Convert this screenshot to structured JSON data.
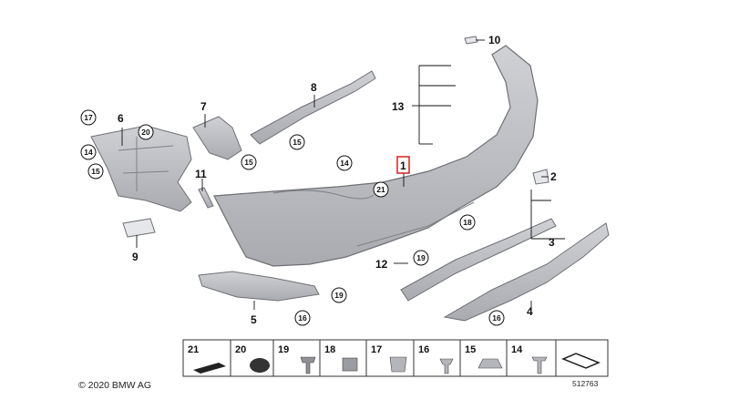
{
  "copyright": "© 2020 BMW AG",
  "diagram_number": "512763",
  "callouts": {
    "c1": "1",
    "c2": "2",
    "c3": "3",
    "c4": "4",
    "c5": "5",
    "c6": "6",
    "c7": "7",
    "c8": "8",
    "c9": "9",
    "c10": "10",
    "c11": "11",
    "c12": "12",
    "c13": "13",
    "c14a": "14",
    "c14b": "14",
    "c15a": "15",
    "c15b": "15",
    "c15c": "15",
    "c16a": "16",
    "c16b": "16",
    "c17": "17",
    "c18": "18",
    "c19a": "19",
    "c19b": "19",
    "c20": "20",
    "c21": "21"
  },
  "legend": [
    "21",
    "20",
    "19",
    "18",
    "17",
    "16",
    "15",
    "14"
  ],
  "colors": {
    "part_fill": "#b9bbc0",
    "part_stroke": "#6e7075",
    "accent_box": "#d62020"
  }
}
